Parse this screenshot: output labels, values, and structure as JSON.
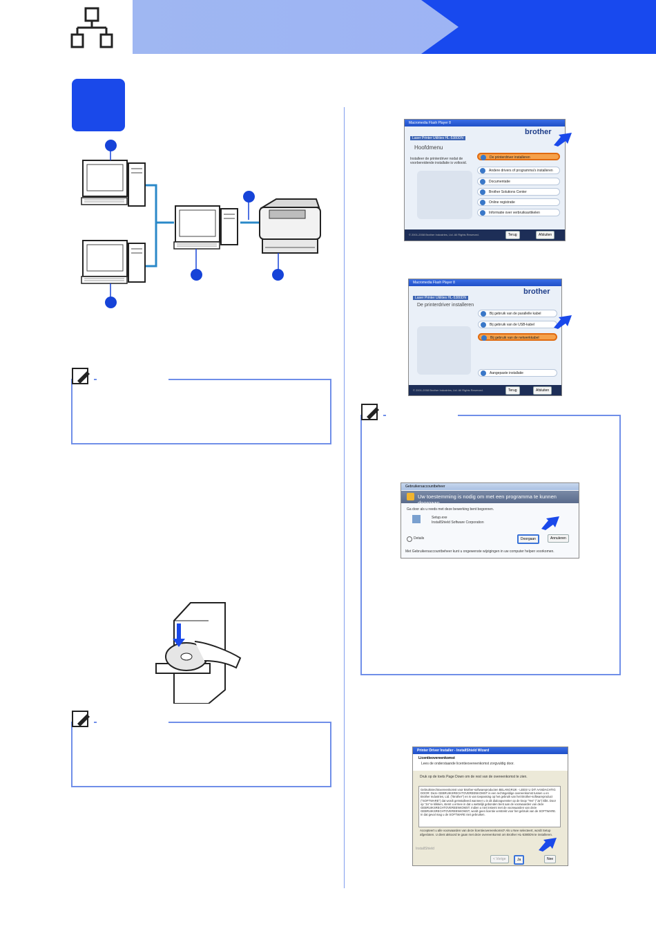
{
  "header": {
    "network_icon": "network-icon"
  },
  "legend_screens": {
    "screen1": {
      "title": "Macromedia Flash Player 8",
      "brand": "brother",
      "subtitle": "Laser Printer Utilities",
      "model": "HL-5380DN",
      "section": "Hoofdmenu",
      "description": "Installeer de printerdriver nodat de voorbereidende installatie is voltooid.",
      "items": [
        "De printerdriver installeren",
        "Andere drivers of programma's installeren",
        "Documentatie",
        "Brother Solutions Center",
        "Online registratie",
        "Informatie over verbruiksartikelen"
      ],
      "back": "Terug",
      "close": "Afsluiten",
      "copyright": "© 2001-2008 Brother Industries, Ltd. All Rights Reserved."
    },
    "screen2": {
      "title": "Macromedia Flash Player 8",
      "brand": "brother",
      "subtitle": "Laser Printer Utilities",
      "model": "HL-5380DN",
      "section": "De printerdriver installeren",
      "items": [
        "Bij gebruik van de parallelle kabel",
        "Bij gebruik van de USB-kabel",
        "Bij gebruik van de netwerkkabel",
        "Aangepaste installatie"
      ],
      "back": "Terug",
      "close": "Afsluiten",
      "copyright": "© 2001-2008 Brother Industries, Ltd. All Rights Reserved."
    },
    "uac": {
      "title": "Gebruikersaccountbeheer",
      "banner": "Uw toestemming is nodig om met een programma te kunnen doorgaan",
      "line1": "Ga door als u reeds met deze bewerking bent begonnen.",
      "program": "Setup.exe",
      "publisher": "InstallShield Software Corporation",
      "details": "Details",
      "continue": "Doorgaan",
      "cancel": "Annuleren",
      "footer": "Met Gebruikersaccountbeheer kunt u ongewenste wijzigingen in uw computer helpen voorkomen."
    },
    "license": {
      "title": "Printer Driver Installer - InstallShield Wizard",
      "heading": "Licentieovereenkomst",
      "subheading": "Lees de onderstaande licentieovereenkomst zorgvuldig door.",
      "instruction": "Druk op de toets Page Down om de rest van de overeenkomst te zien.",
      "body": "Gebruiksrechtovereenkomst voor Brother-softwareproducten BELANGRIJK - LEES! U DIT AANDACHTIG DOOR: Deze GEBRUIKSRECHTOVEREENKOMST is een rechtsgeldige overeenkomst tussen u en Brother Industries, Ltd. (\"Brother\") en is van toepassing op het gebruik van het Brother-softwareproduct (\"SOFTWARE\") dat wordt geïnstalleerd wanneer u in dit dialoogvenster op de knop \"Yes\" (\"Ja\") klikt. Door op \"Ja\" te klikken, stemt u ermee in dat u wettelijk gebonden bent aan de voorwaarden van deze GEBRUIKSRECHTOVEREENKOMST. Indien u niet instemt met de voorwaarden van deze GEBRUIKSRECHTOVEREENKOMST, wordt geen licentie verstrekt voor het gebruik van de SOFTWARE. In dat geval mag u de SOFTWARE niet gebruiken.",
      "question": "Accepteert u alle voorwaarden van deze licentieovereenkomst? Als u Nee selecteert, wordt Setup afgesloten. U dient akkoord te gaan met deze overeenkomst om Brother HL-5380DN te installeren.",
      "brand": "InstallShield",
      "back": "< Vorige",
      "yes": "Ja",
      "no": "Nee"
    }
  }
}
